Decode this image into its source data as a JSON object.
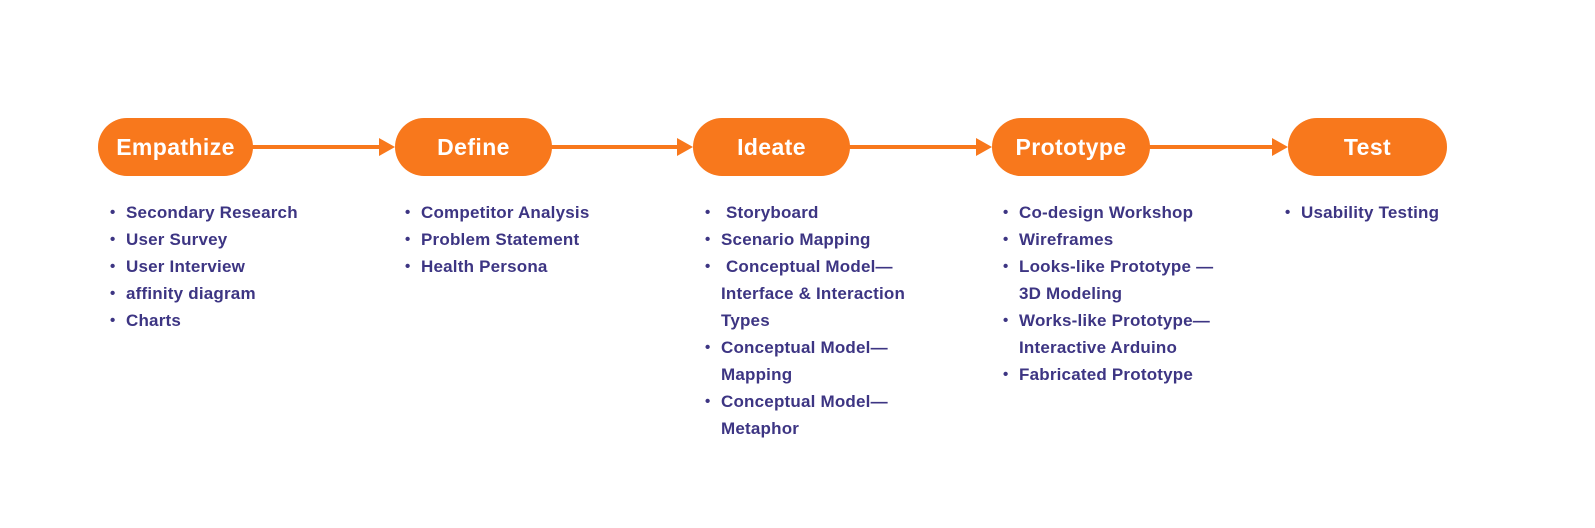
{
  "colors": {
    "pill": "#F8781C",
    "pill_text": "#FFFFFF",
    "arrow": "#F8781C",
    "list_text": "#3D3583",
    "background": "#FFFFFF"
  },
  "stages": [
    {
      "label": "Empathize",
      "items": [
        "Secondary Research",
        "User Survey",
        "User Interview",
        "affinity diagram",
        "Charts"
      ]
    },
    {
      "label": "Define",
      "items": [
        "Competitor Analysis",
        "Problem Statement",
        "Health Persona"
      ]
    },
    {
      "label": "Ideate",
      "items": [
        " Storyboard",
        "Scenario Mapping",
        " Conceptual Model—\nInterface & Interaction\nTypes",
        "Conceptual Model—\nMapping",
        "Conceptual Model—\nMetaphor"
      ]
    },
    {
      "label": "Prototype",
      "items": [
        "Co-design Workshop",
        "Wireframes",
        "Looks-like Prototype —\n3D Modeling",
        "Works-like Prototype—\nInteractive Arduino",
        "Fabricated Prototype"
      ]
    },
    {
      "label": "Test",
      "items": [
        "Usability Testing"
      ]
    }
  ]
}
